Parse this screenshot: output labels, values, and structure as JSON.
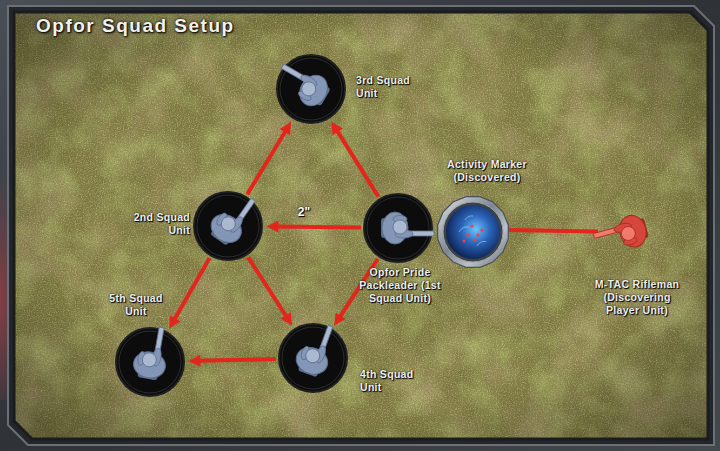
{
  "diagram": {
    "title": "Opfor Squad Setup",
    "nodes": [
      {
        "text": [
          "3rd Squad Unit"
        ]
      },
      {
        "text": [
          "2nd Squad Unit"
        ]
      },
      {
        "text": [
          "Opfor Pride Packleader (1st Squad Unit)"
        ]
      },
      {
        "text": [
          "Activity Marker (Discovered)"
        ]
      },
      {
        "text": [
          "M-TAC Rifleman (Discovering Player Unit)"
        ]
      },
      {
        "text": [
          "5th Squad Unit"
        ]
      },
      {
        "text": [
          "4th Squad Unit"
        ]
      }
    ],
    "edges": [
      {
        "from": 2,
        "to": 0,
        "arrow": "to"
      },
      {
        "from": 2,
        "to": 1,
        "label": "2\"",
        "arrow": "to"
      },
      {
        "from": 1,
        "to": 0,
        "arrow": "to"
      },
      {
        "from": 1,
        "to": 5,
        "arrow": "to"
      },
      {
        "from": 1,
        "to": 6,
        "arrow": "to"
      },
      {
        "from": 2,
        "to": 6,
        "arrow": "to"
      },
      {
        "from": 6,
        "to": 5,
        "arrow": "to"
      },
      {
        "from": 4,
        "to": 2,
        "arrow": "to"
      }
    ]
  }
}
